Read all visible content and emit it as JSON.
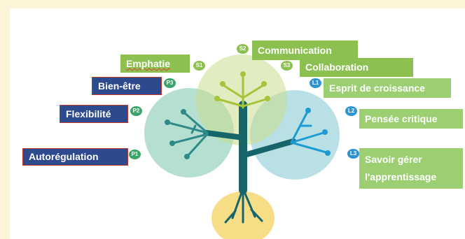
{
  "labels": {
    "p1": "Autorégulation",
    "p2": "Flexibilité",
    "p3": "Bien-être",
    "s1": "Emphatie",
    "s2": "Communication",
    "s3": "Collaboration",
    "l1": "Esprit de croissance",
    "l2": "Pensée critique",
    "l3_line1": "Savoir gérer",
    "l3_line2": "l'apprentissage"
  },
  "badges": {
    "p1": "P1",
    "p2": "P2",
    "p3": "P3",
    "s1": "S1",
    "s2": "S2",
    "s3": "S3",
    "l1": "L1",
    "l2": "L2",
    "l3": "L3"
  },
  "colors": {
    "blue_label": "#2e4a8f",
    "green_label": "#8cc152",
    "circle_left": "#5bb89a",
    "circle_top": "#c9dd8e",
    "circle_right": "#7fc6cf",
    "trunk": "#16656b",
    "roots_bg": "#f6dd86"
  }
}
